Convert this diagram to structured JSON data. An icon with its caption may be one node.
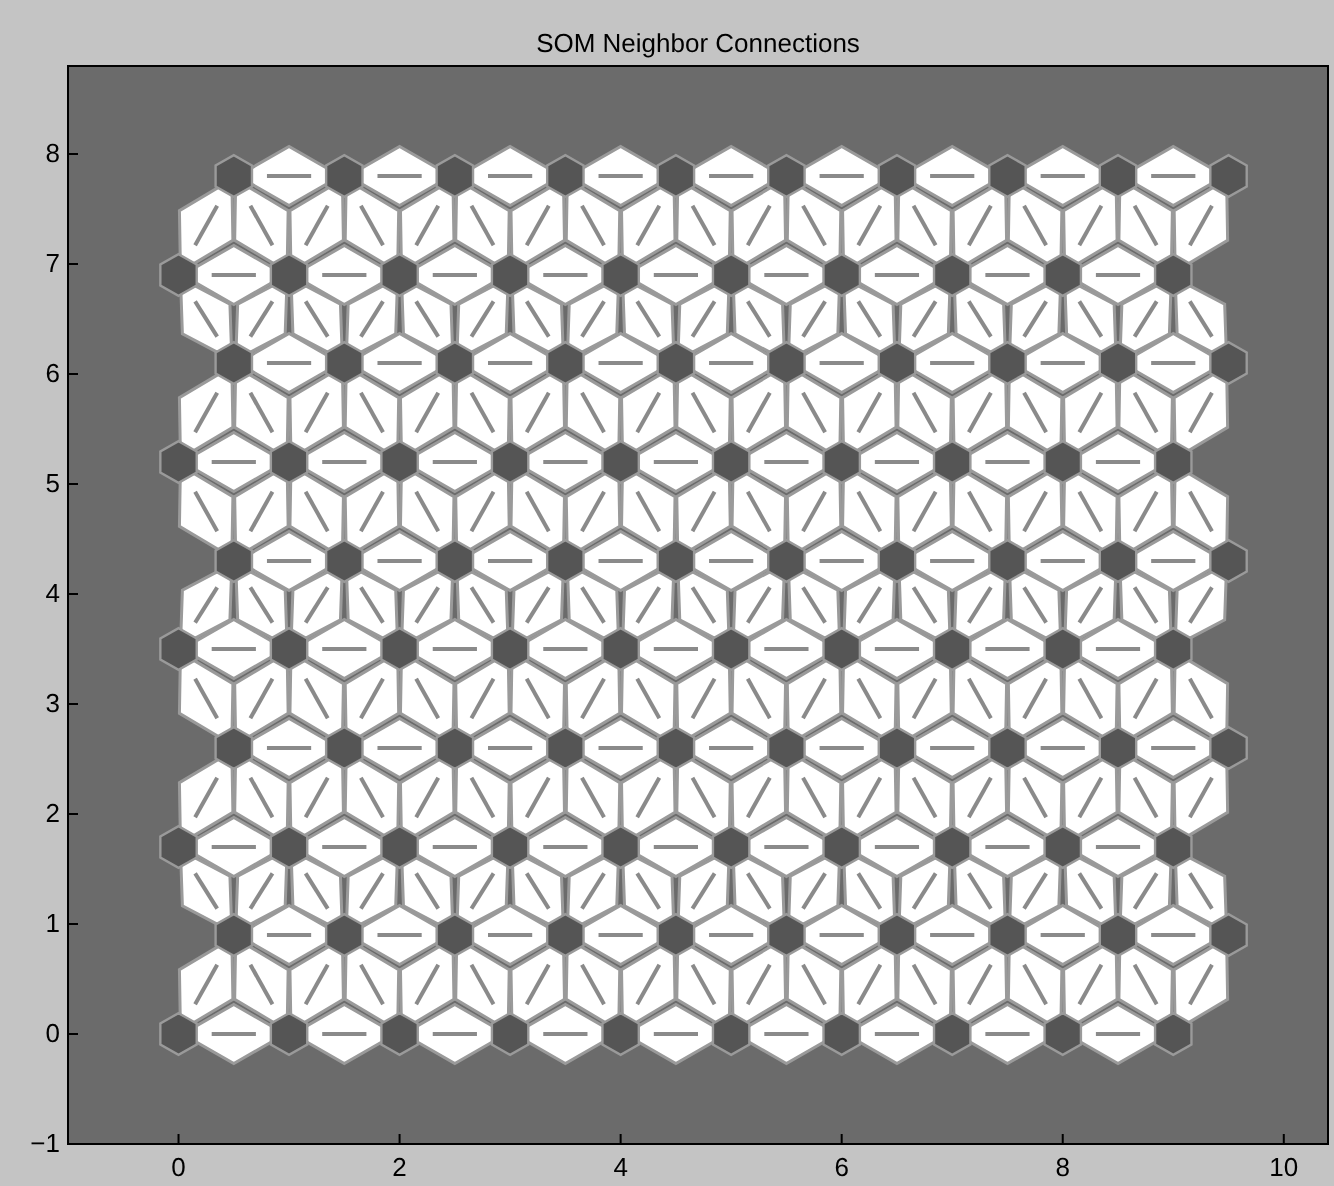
{
  "diagram": {
    "chart_data": {
      "type": "scatter",
      "title": "SOM Neighbor Connections",
      "x": [
        0,
        1,
        2,
        3,
        4,
        5,
        6,
        7,
        8,
        9,
        0.5,
        1.5,
        2.5,
        3.5,
        4.5,
        5.5,
        6.5,
        7.5,
        8.5,
        9.5,
        0,
        1,
        2,
        3,
        4,
        5,
        6,
        7,
        8,
        9,
        0.5,
        1.5,
        2.5,
        3.5,
        4.5,
        5.5,
        6.5,
        7.5,
        8.5,
        9.5,
        0,
        1,
        2,
        3,
        4,
        5,
        6,
        7,
        8,
        9,
        0.5,
        1.5,
        2.5,
        3.5,
        4.5,
        5.5,
        6.5,
        7.5,
        8.5,
        9.5,
        0,
        1,
        2,
        3,
        4,
        5,
        6,
        7,
        8,
        9,
        0.5,
        1.5,
        2.5,
        3.5,
        4.5,
        5.5,
        6.5,
        7.5,
        8.5,
        9.5,
        0,
        1,
        2,
        3,
        4,
        5,
        6,
        7,
        8,
        9,
        0.5,
        1.5,
        2.5,
        3.5,
        4.5,
        5.5,
        6.5,
        7.5,
        8.5,
        9.5
      ],
      "series": [
        {
          "name": null,
          "color": "#555555",
          "values": [
            0,
            0,
            0,
            0,
            0,
            0,
            0,
            0,
            0,
            0,
            0.9,
            0.9,
            0.9,
            0.9,
            0.9,
            0.9,
            0.9,
            0.9,
            0.9,
            0.9,
            1.7,
            1.7,
            1.7,
            1.7,
            1.7,
            1.7,
            1.7,
            1.7,
            1.7,
            1.7,
            2.6,
            2.6,
            2.6,
            2.6,
            2.6,
            2.6,
            2.6,
            2.6,
            2.6,
            2.6,
            3.5,
            3.5,
            3.5,
            3.5,
            3.5,
            3.5,
            3.5,
            3.5,
            3.5,
            3.5,
            4.3,
            4.3,
            4.3,
            4.3,
            4.3,
            4.3,
            4.3,
            4.3,
            4.3,
            4.3,
            5.2,
            5.2,
            5.2,
            5.2,
            5.2,
            5.2,
            5.2,
            5.2,
            5.2,
            5.2,
            6.1,
            6.1,
            6.1,
            6.1,
            6.1,
            6.1,
            6.1,
            6.1,
            6.1,
            6.1,
            6.9,
            6.9,
            6.9,
            6.9,
            6.9,
            6.9,
            6.9,
            6.9,
            6.9,
            6.9,
            7.8,
            7.8,
            7.8,
            7.8,
            7.8,
            7.8,
            7.8,
            7.8,
            7.8,
            7.8
          ]
        }
      ],
      "xlim": [
        -1,
        10.4
      ],
      "ylim": [
        -1,
        8.8
      ],
      "xticks": [
        0,
        2,
        4,
        6,
        8,
        10
      ],
      "yticks": [
        -1,
        0,
        1,
        2,
        3,
        4,
        5,
        6,
        7,
        8
      ]
    }
  }
}
